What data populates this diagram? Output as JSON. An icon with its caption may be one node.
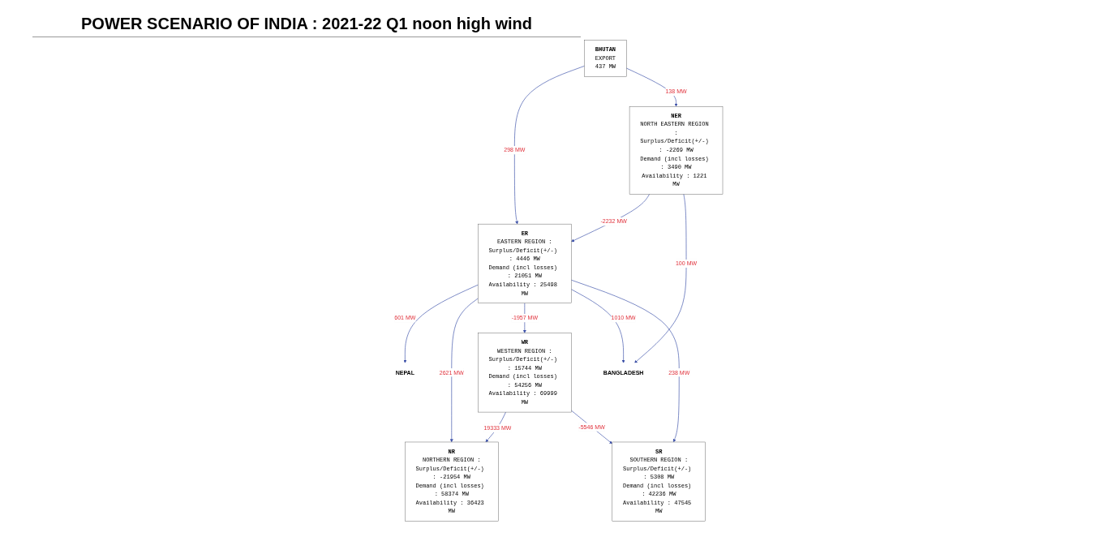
{
  "diagram": {
    "title": "POWER SCENARIO OF INDIA : 2021-22 Q1 noon high wind",
    "nodes": [
      {
        "text": [
          "BHUTAN",
          "EXPORT",
          "437 MW"
        ]
      },
      {
        "text": [
          "NEPAL"
        ]
      },
      {
        "text": [
          "NR",
          "NORTHERN REGION :",
          "Surplus/Deficit(+/-) : -21954 MW",
          "Demand (incl losses) : 58374 MW",
          "Availability : 36423 MW"
        ]
      },
      {
        "text": [
          "NER",
          "NORTH EASTERN REGION :",
          "Surplus/Deficit(+/-) : -2269 MW",
          "Demand (incl losses) : 3490 MW",
          "Availability : 1221 MW"
        ]
      },
      {
        "text": [
          "ER",
          "EASTERN REGION :",
          "Surplus/Deficit(+/-) : 4446 MW",
          "Demand (incl losses) : 21051 MW",
          "Availability : 25498 MW"
        ]
      },
      {
        "text": [
          "WR",
          "WESTERN REGION :",
          "Surplus/Deficit(+/-) : 15744 MW",
          "Demand (incl losses) : 54256 MW",
          "Availability : 69999 MW"
        ]
      },
      {
        "text": [
          "BANGLADESH"
        ]
      },
      {
        "text": [
          "SR",
          "SOUTHERN REGION :",
          "Surplus/Deficit(+/-) : 5308 MW",
          "Demand (incl losses) : 42236 MW",
          "Availability : 47545 MW"
        ]
      }
    ],
    "edges": [
      {
        "from": 4,
        "to": 1,
        "arrow": "to",
        "label": "601 MW"
      },
      {
        "from": 0,
        "to": 4,
        "arrow": "to",
        "label": "298 MW"
      },
      {
        "from": 0,
        "to": 3,
        "arrow": "to",
        "label": "138 MW"
      },
      {
        "from": 4,
        "to": 2,
        "arrow": "to",
        "label": "2621 MW"
      },
      {
        "from": 3,
        "to": 4,
        "arrow": "to",
        "label": "-2232 MW"
      },
      {
        "from": 3,
        "to": 6,
        "arrow": "to",
        "label": "100 MW"
      },
      {
        "from": 4,
        "to": 5,
        "arrow": "to",
        "label": "-1957 MW"
      },
      {
        "from": 4,
        "to": 6,
        "arrow": "to",
        "label": "1010 MW"
      },
      {
        "from": 5,
        "to": 2,
        "arrow": "to",
        "label": "19333 MW"
      },
      {
        "from": 5,
        "to": 7,
        "arrow": "to",
        "label": "-5546 MW"
      },
      {
        "from": 4,
        "to": 7,
        "arrow": "to",
        "label": "238 MW"
      }
    ]
  }
}
